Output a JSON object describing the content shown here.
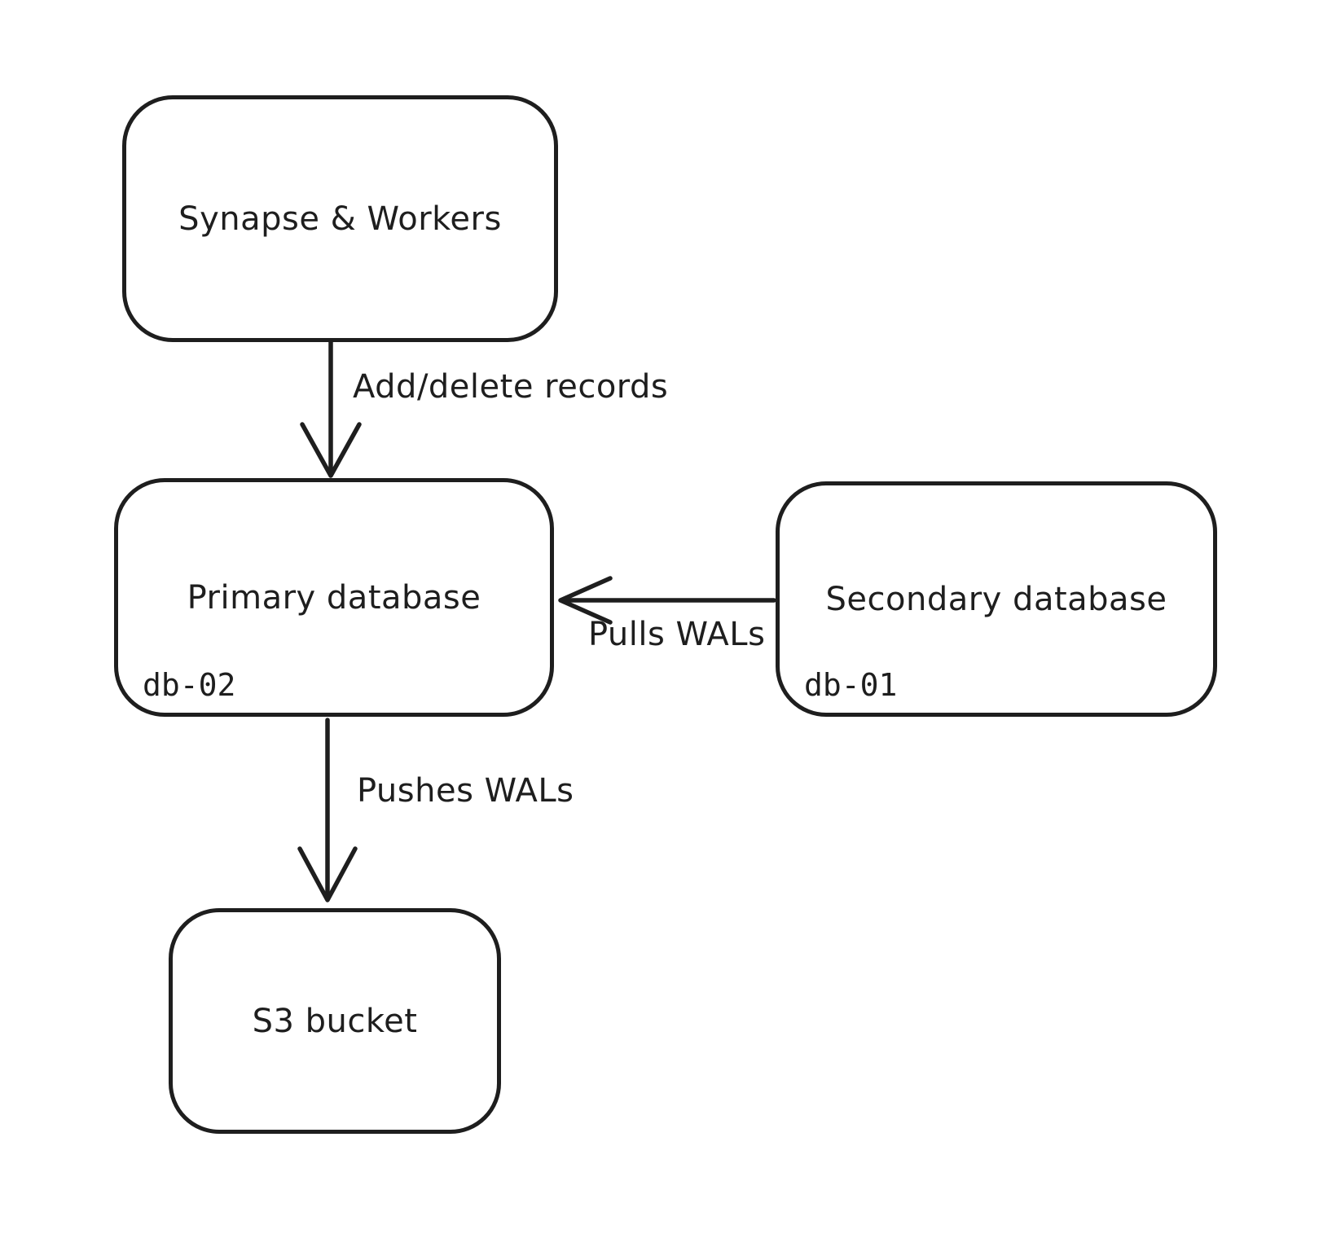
{
  "diagram": {
    "background_color": "#ffffff",
    "stroke_color": "#1e1e1e",
    "nodes": [
      {
        "id": "synapse-workers",
        "label": "Synapse & Workers"
      },
      {
        "id": "primary-database",
        "label": "Primary database",
        "tag": "db-02"
      },
      {
        "id": "secondary-database",
        "label": "Secondary database",
        "tag": "db-01"
      },
      {
        "id": "s3-bucket",
        "label": "S3 bucket"
      }
    ],
    "edges": [
      {
        "from": "synapse-workers",
        "to": "primary-database",
        "label": "Add/delete records",
        "direction": "down"
      },
      {
        "from": "secondary-database",
        "to": "primary-database",
        "label": "Pulls WALs",
        "direction": "left"
      },
      {
        "from": "primary-database",
        "to": "s3-bucket",
        "label": "Pushes WALs",
        "direction": "down"
      }
    ]
  }
}
